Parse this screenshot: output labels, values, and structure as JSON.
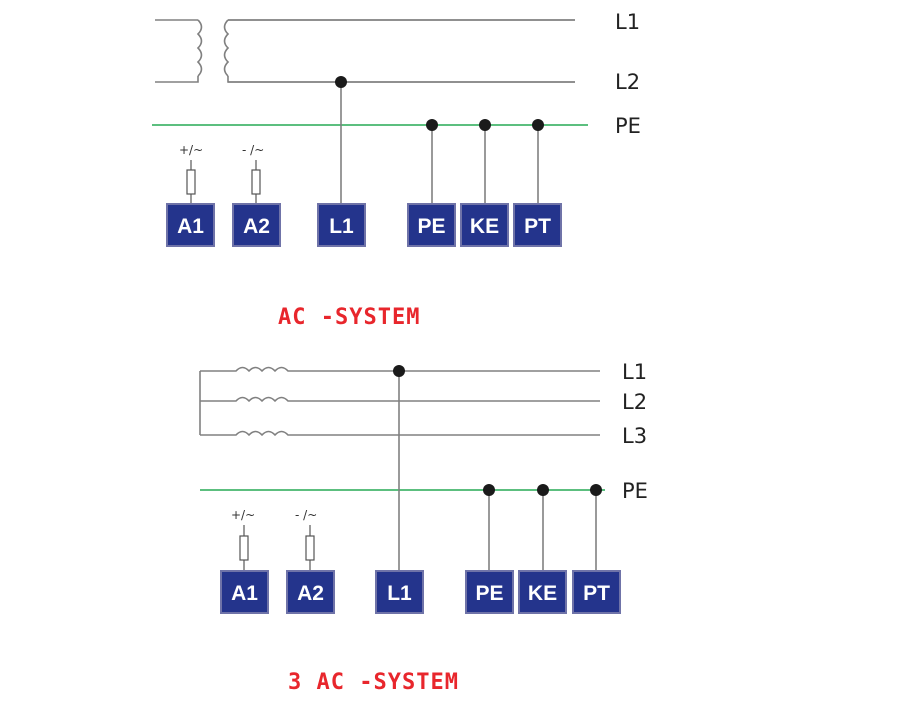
{
  "colors": {
    "wire": "#808080",
    "pe_wire": "#5cbf7f",
    "terminal_fill": "#24348c",
    "terminal_border": "#6f73a8",
    "terminal_text": "#ffffff",
    "caption": "#e8262c",
    "node": "#1a1a1a"
  },
  "ac_system": {
    "caption": "AC -SYSTEM",
    "lines": {
      "l1": "L1",
      "l2": "L2",
      "pe": "PE"
    },
    "supply": {
      "plus": "+/~",
      "minus": "- /~"
    },
    "terminals": {
      "a1": "A1",
      "a2": "A2",
      "l1": "L1",
      "pe": "PE",
      "ke": "KE",
      "pt": "PT"
    }
  },
  "three_ac_system": {
    "caption": "3 AC -SYSTEM",
    "lines": {
      "l1": "L1",
      "l2": "L2",
      "l3": "L3",
      "pe": "PE"
    },
    "supply": {
      "plus": "+/~",
      "minus": "- /~"
    },
    "terminals": {
      "a1": "A1",
      "a2": "A2",
      "l1": "L1",
      "pe": "PE",
      "ke": "KE",
      "pt": "PT"
    }
  }
}
